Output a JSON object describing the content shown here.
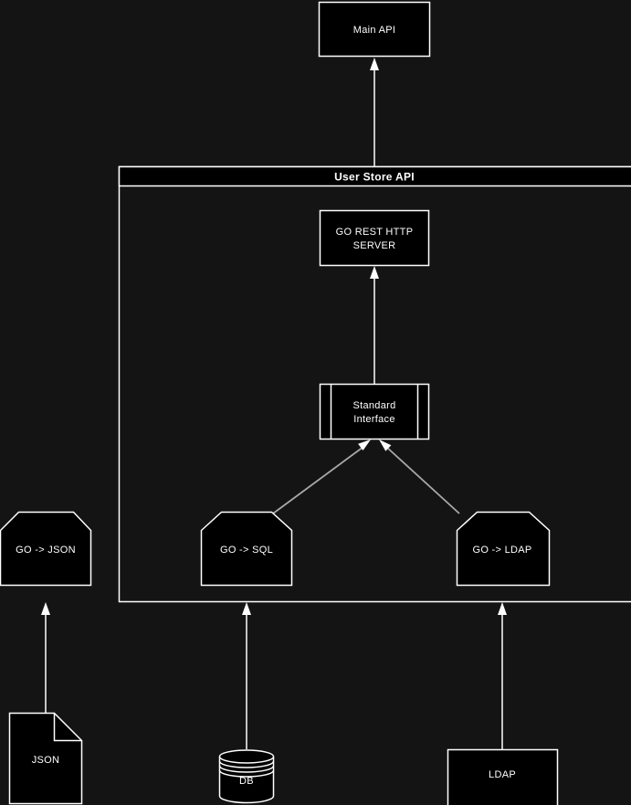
{
  "colors": {
    "background": "#141414",
    "shape_fill": "#000000",
    "stroke": "#ffffff",
    "gray_connector": "#a8a8a8"
  },
  "diagram": {
    "container_title": "User Store API",
    "nodes": {
      "main_api": {
        "label": "Main API"
      },
      "go_rest_http_server": {
        "line1": "GO REST HTTP",
        "line2": "SERVER"
      },
      "standard_interface": {
        "line1": "Standard",
        "line2": "Interface"
      },
      "go_json": {
        "label": "GO -> JSON"
      },
      "go_sql": {
        "label": "GO -> SQL"
      },
      "go_ldap": {
        "label": "GO -> LDAP"
      },
      "json_doc": {
        "label": "JSON"
      },
      "db": {
        "label": "DB"
      },
      "ldap": {
        "label": "LDAP"
      }
    }
  }
}
